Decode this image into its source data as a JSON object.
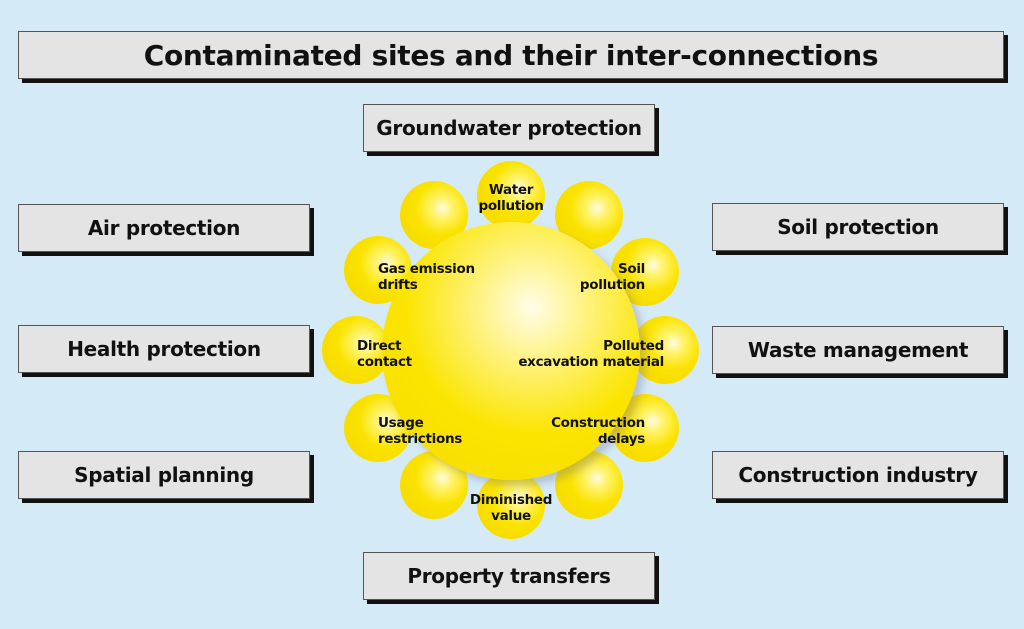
{
  "title": "Contaminated sites and their inter-connections",
  "outer_boxes": {
    "groundwater": "Groundwater protection",
    "air": "Air protection",
    "soil": "Soil protection",
    "health": "Health protection",
    "waste": "Waste management",
    "spatial": "Spatial planning",
    "construction": "Construction industry",
    "property": "Property transfers"
  },
  "ring_labels": {
    "water": [
      "Water",
      "pollution"
    ],
    "soil": [
      "Soil",
      "pollution"
    ],
    "gas": [
      "Gas emission",
      "drifts"
    ],
    "polluted": [
      "Polluted",
      "excavation material"
    ],
    "direct": [
      "Direct",
      "contact"
    ],
    "usage": [
      "Usage",
      "restrictions"
    ],
    "delays": [
      "Construction",
      "delays"
    ],
    "value": [
      "Diminished",
      "value"
    ]
  },
  "colors": {
    "background": "#d5eaf7",
    "box": "#e4e4e4",
    "ball": "#fbe300"
  }
}
